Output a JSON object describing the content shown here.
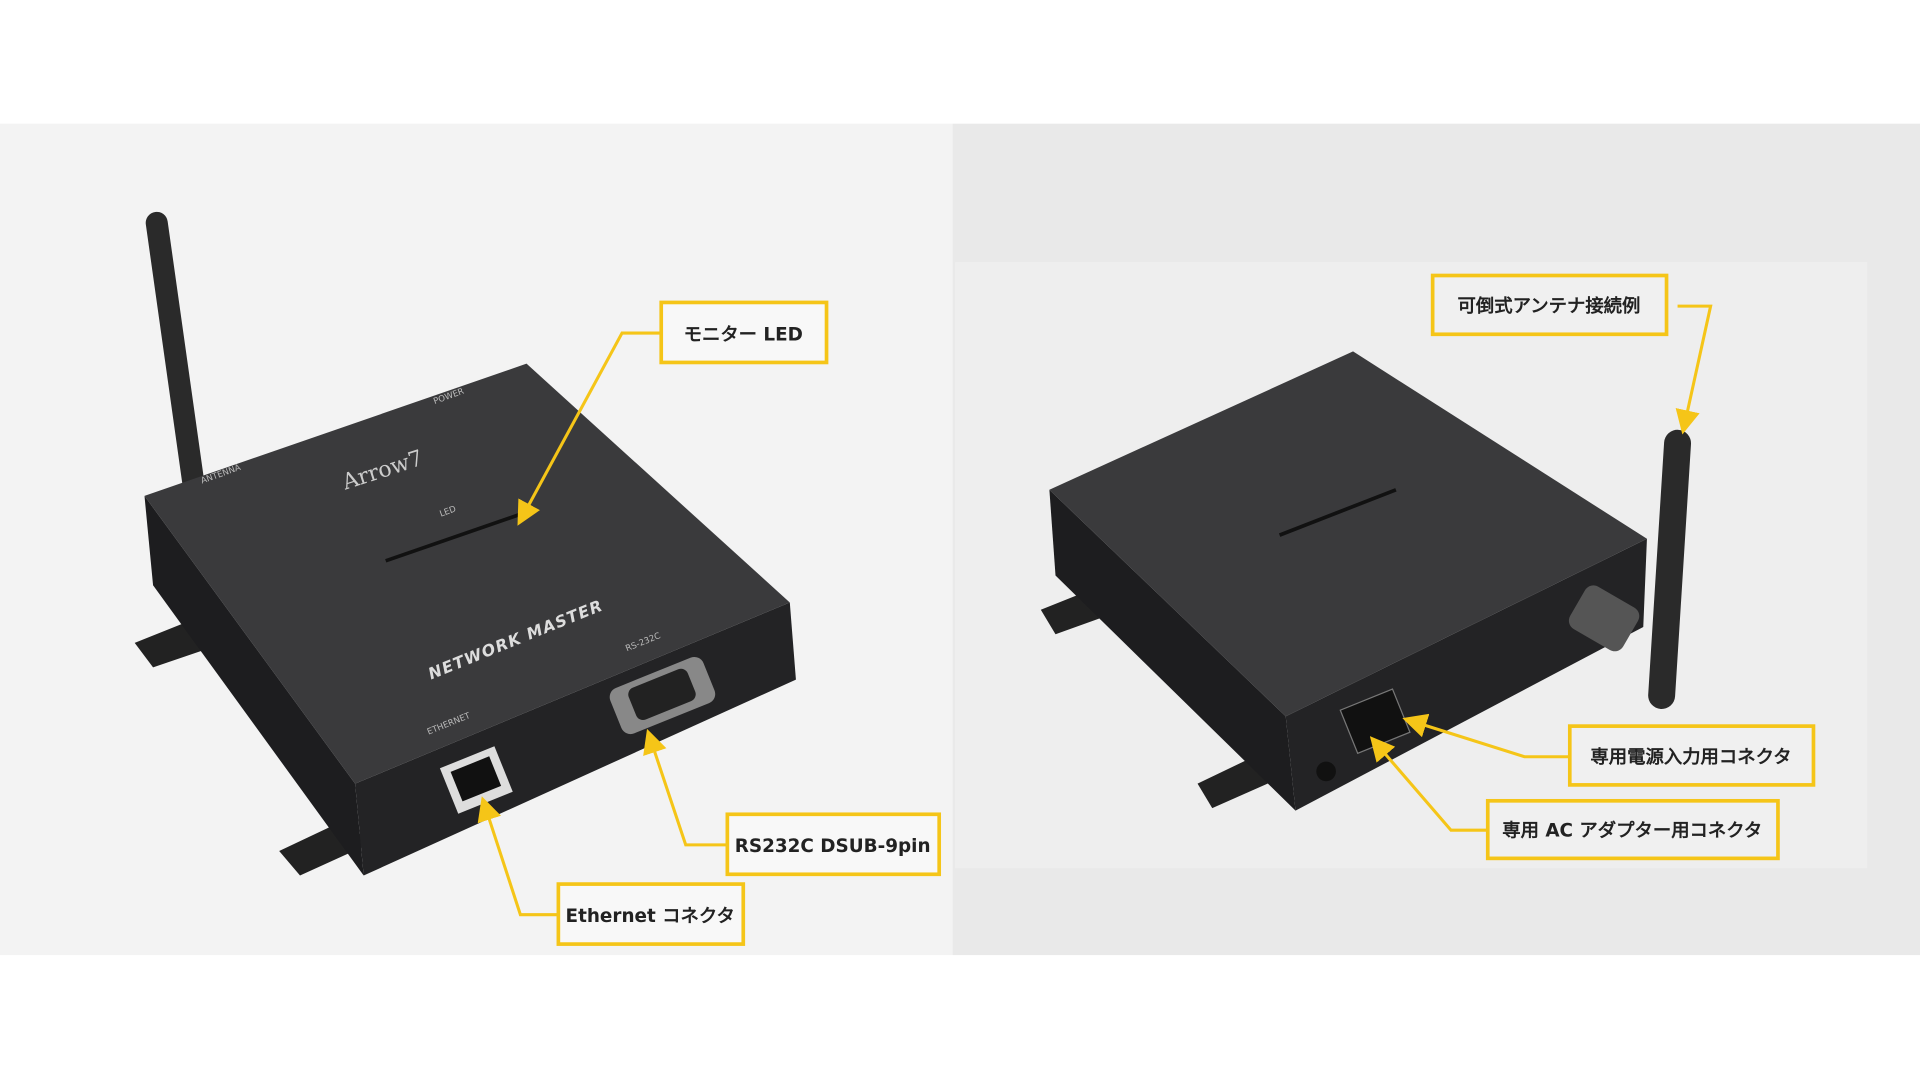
{
  "left_photo": {
    "device_print": {
      "brand": "Arrow7",
      "model": "NETWORK MASTER",
      "antenna": "ANTENNA",
      "power": "POWER",
      "led": "LED",
      "ethernet": "ETHERNET",
      "rs232c": "RS-232C"
    },
    "callouts": [
      {
        "label": "モニター LED"
      },
      {
        "label": "RS232C DSUB-9pin"
      },
      {
        "label": "Ethernet コネクタ"
      }
    ]
  },
  "right_photo": {
    "callouts": [
      {
        "label": "可倒式アンテナ接続例"
      },
      {
        "label": "専用電源入力用コネクタ"
      },
      {
        "label": "専用 AC アダプター用コネクタ"
      }
    ]
  },
  "colors": {
    "callout": "#f5c518",
    "device": "#2b2b2d",
    "background": "#f2f2f2"
  }
}
